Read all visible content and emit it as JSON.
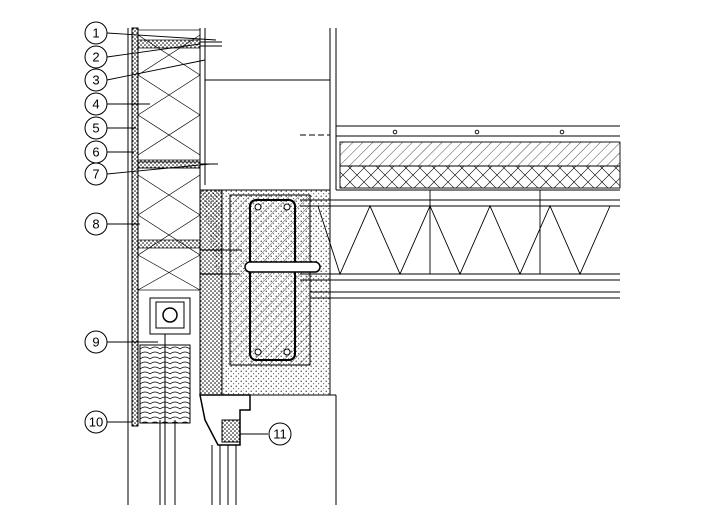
{
  "callouts": [
    {
      "num": "1"
    },
    {
      "num": "2"
    },
    {
      "num": "3"
    },
    {
      "num": "4"
    },
    {
      "num": "5"
    },
    {
      "num": "6"
    },
    {
      "num": "7"
    },
    {
      "num": "8"
    },
    {
      "num": "9"
    },
    {
      "num": "10"
    },
    {
      "num": "11"
    }
  ],
  "colors": {
    "line": "#000000",
    "background": "#ffffff"
  }
}
